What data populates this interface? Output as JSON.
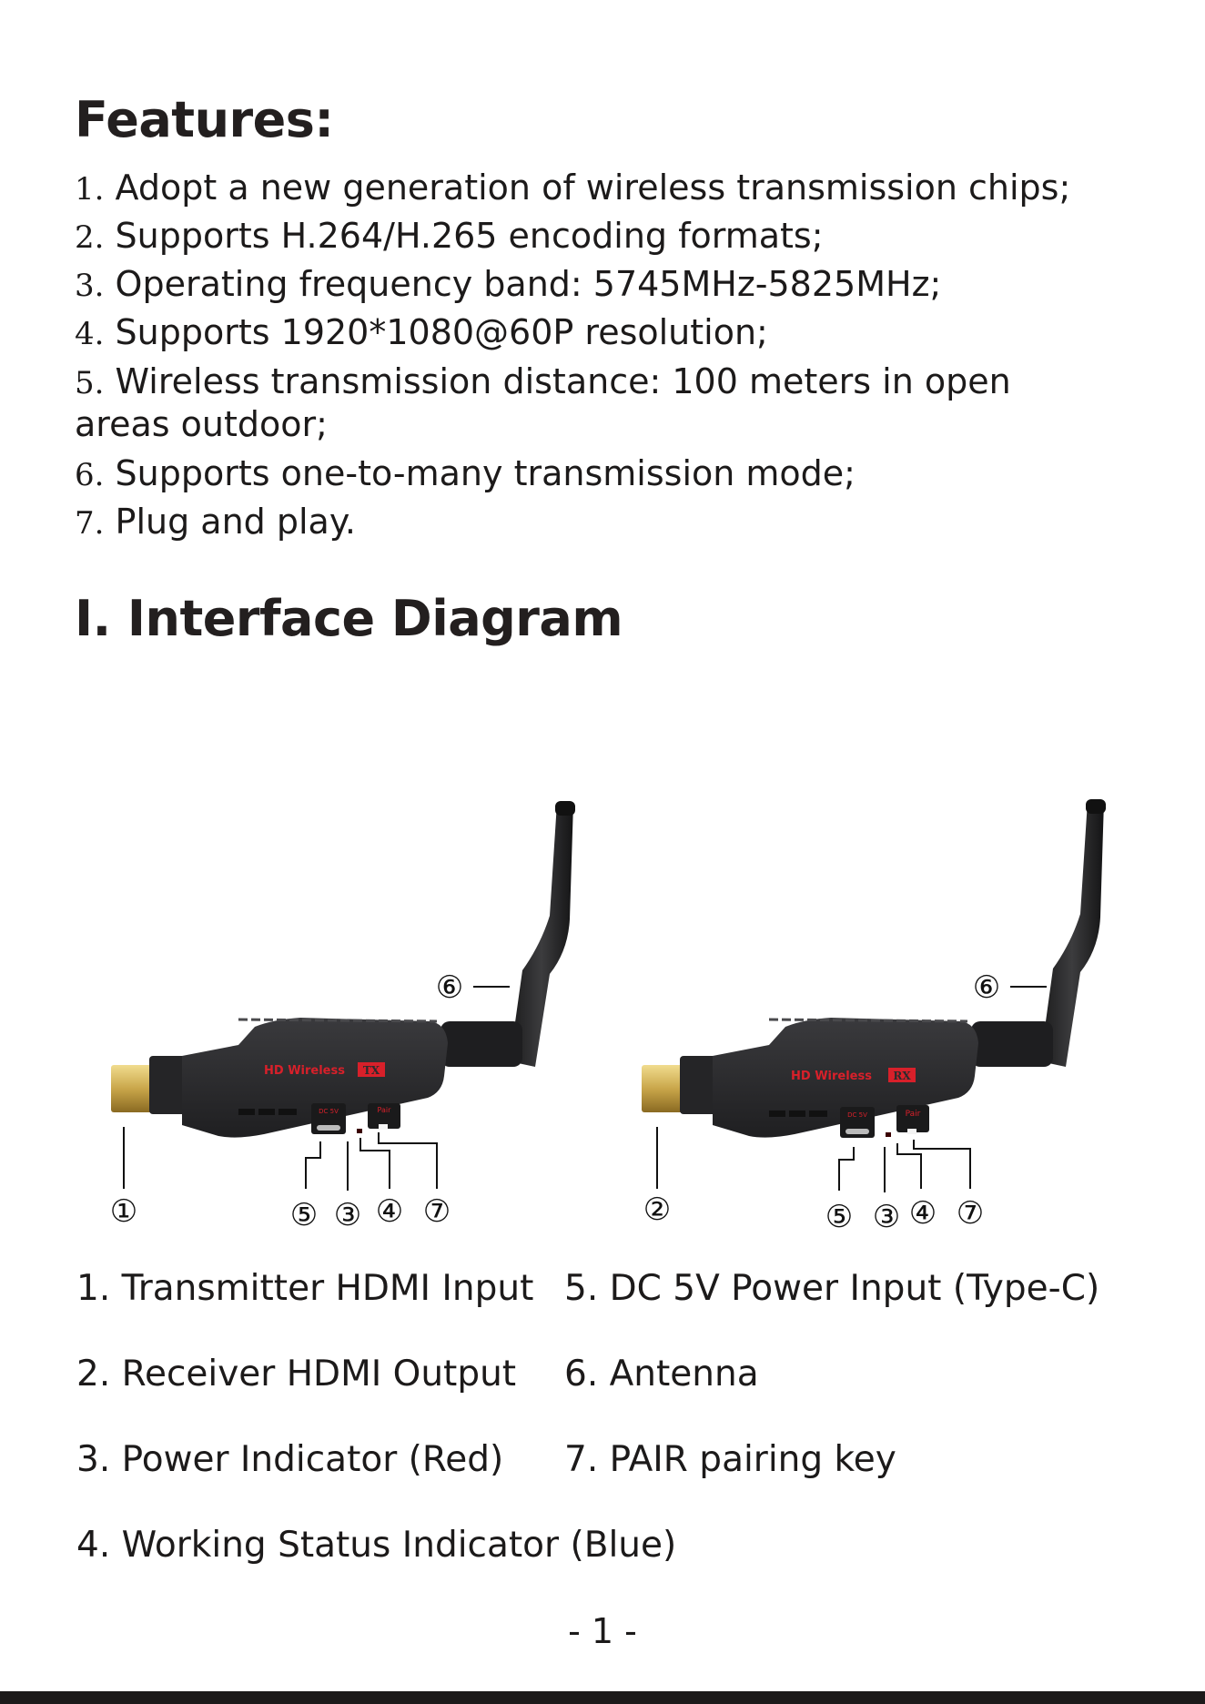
{
  "features": {
    "title": "Features:",
    "items": [
      {
        "num": "1.",
        "text": "Adopt a new generation of wireless transmission chips;"
      },
      {
        "num": "2.",
        "text": "Supports H.264/H.265 encoding formats;"
      },
      {
        "num": "3.",
        "text": "Operating frequency band: 5745MHz-5825MHz;"
      },
      {
        "num": "4.",
        "text": "Supports 1920*1080@60P resolution;"
      },
      {
        "num": "5.",
        "text": "Wireless transmission distance: 100 meters in open",
        "cont": "areas outdoor;"
      },
      {
        "num": "6.",
        "text": "Supports one-to-many transmission mode;"
      },
      {
        "num": "7.",
        "text": "Plug and play."
      }
    ]
  },
  "interface": {
    "title": "I. Interface Diagram",
    "transmitter": {
      "label": "HD Wireless",
      "badge": "TX",
      "port_label": "DC 5V",
      "button_label": "Pair"
    },
    "receiver": {
      "label": "HD Wireless",
      "badge": "RX",
      "port_label": "DC 5V",
      "button_label": "Pair"
    },
    "callouts": {
      "c1": "①",
      "c2": "②",
      "c3": "③",
      "c4": "④",
      "c5": "⑤",
      "c6": "⑥",
      "c7": "⑦"
    },
    "legend": [
      "1. Transmitter HDMI Input",
      "5. DC 5V Power Input (Type-C)",
      "2. Receiver HDMI Output",
      "6. Antenna",
      "3. Power Indicator (Red)",
      "7. PAIR pairing key",
      "4. Working Status Indicator (Blue)"
    ]
  },
  "page_number": "- 1 -",
  "colors": {
    "text": "#1c1a1a",
    "device": "#2b2b2d",
    "brand_red": "#d8202a",
    "hdmi_gold": "#c9a64a"
  }
}
